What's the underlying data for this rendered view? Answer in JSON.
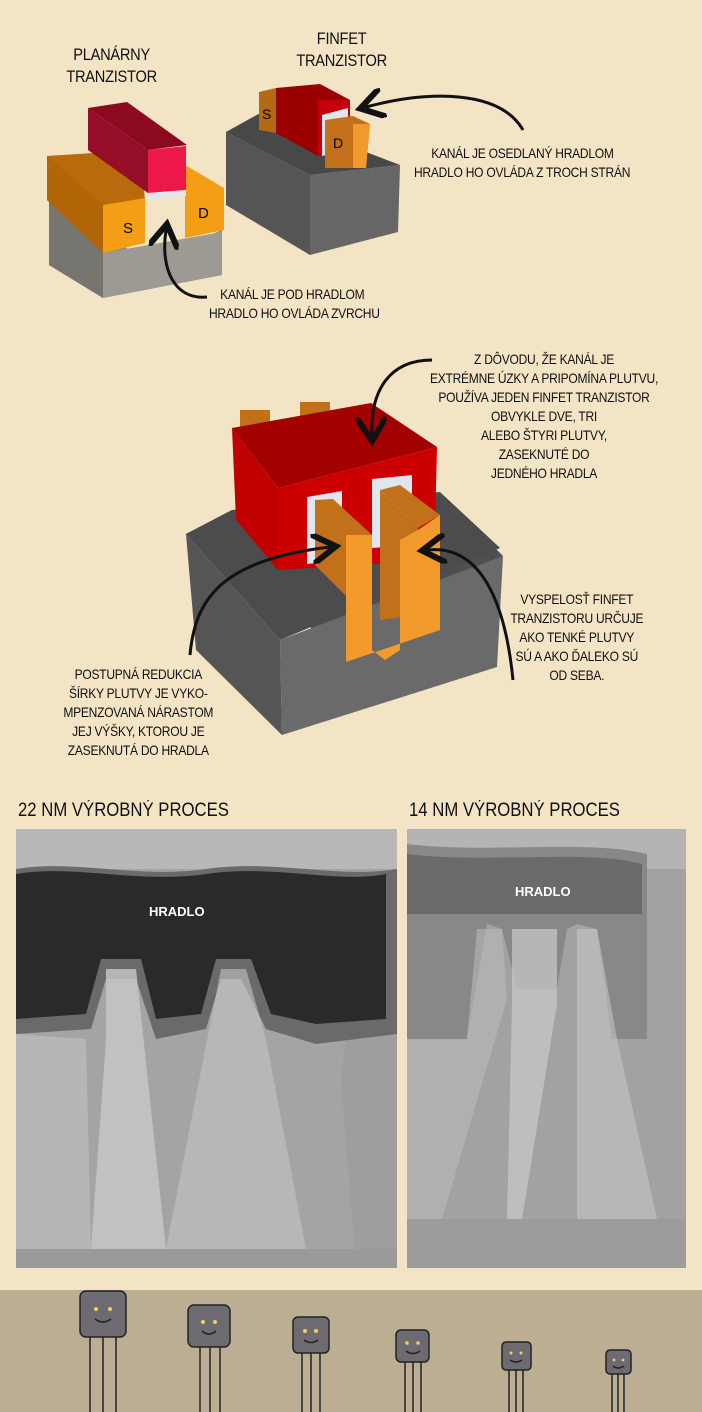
{
  "planar": {
    "title_line1": "Planárny",
    "title_line2": "tranzistor",
    "source": "S",
    "drain": "D",
    "note_line1": "Kanál je pod hradlom",
    "note_line2": "hradlo ho ovláda zvrchu"
  },
  "finfet": {
    "title_line1": "FinFET",
    "title_line2": "tranzistor",
    "source": "S",
    "drain": "D",
    "note_line1": "Kanál je osedlaný hradlom",
    "note_line2": "hradlo ho ovláda z troch strán"
  },
  "multi_fin": {
    "top_note": [
      "Z dôvodu, že kanál je",
      "extrémne úzky a pripomína plutvu,",
      "používa jeden FinFET tranzistor",
      "obvykle dve, tri",
      "alebo štyri plutvy,",
      "zaseknuté do",
      "jedného hradla"
    ],
    "right_note": [
      "Vyspelosť FinFET",
      "tranzistoru určuje",
      "ako tenké plutvy",
      "sú a ako ďaleko sú",
      "od seba."
    ],
    "left_note": [
      "Postupná redukcia",
      "šírky plutvy je vyko-",
      "mpenzovaná nárastom",
      "jej výšky, ktorou je",
      "zaseknutá do hradla"
    ]
  },
  "micrographs": [
    {
      "title": "22 nm výrobný proces",
      "label": "HRADLO"
    },
    {
      "title": "14 nm výrobný proces",
      "label": "HRADLO"
    }
  ],
  "colors": {
    "background": "#f2e4c4",
    "gate": "#c8000a",
    "fin": "#f3a033",
    "substrate": "#5a5a5a",
    "ground": "#bcae92"
  }
}
